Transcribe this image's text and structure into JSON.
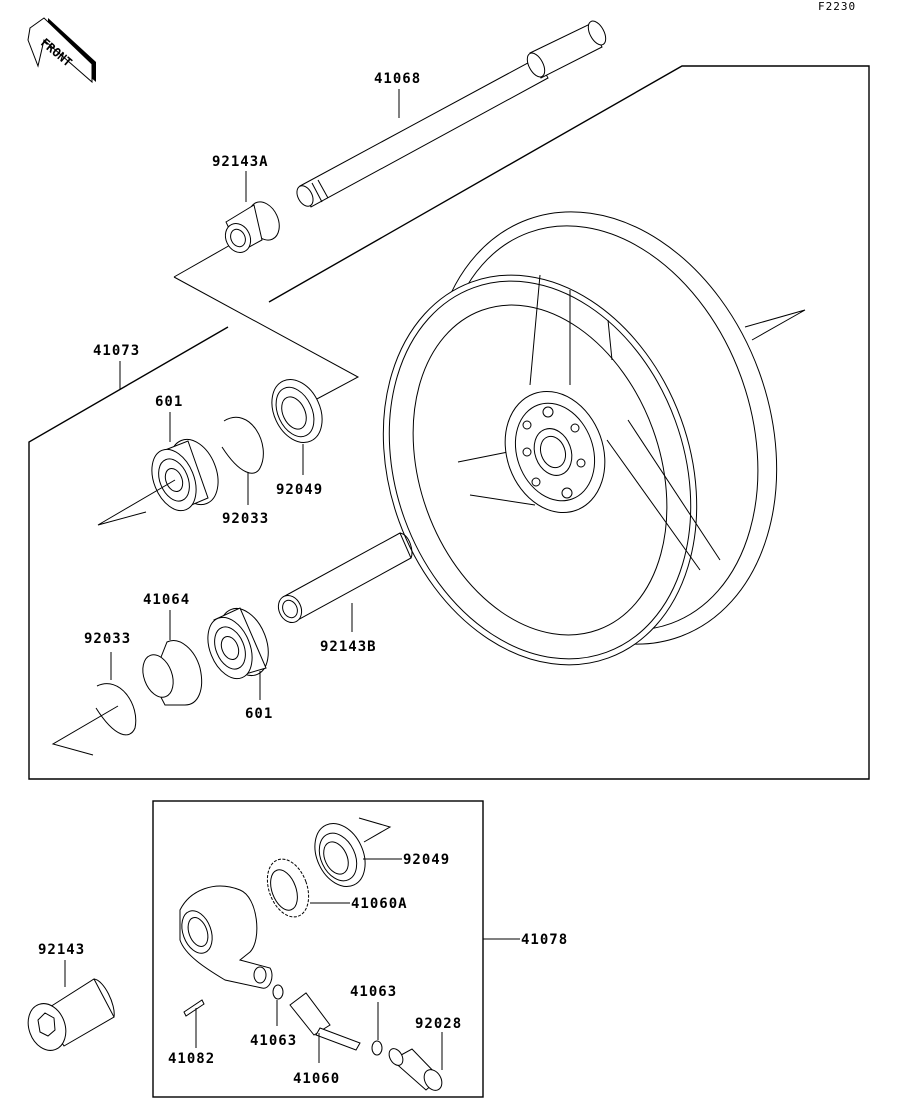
{
  "diagram": {
    "code": "F2230",
    "front_badge": "FRONT",
    "parts": {
      "axle": "41068",
      "axle_collar_left": "92143A",
      "wheel_assembly": "41073",
      "bearing_left": "601",
      "circlip_left": "92033",
      "oil_seal_left": "92049",
      "distance_collar": "92143B",
      "retainer": "41064",
      "circlip_right": "92033",
      "bearing_right": "601",
      "collar_right": "92143",
      "speedo_gear_housing_assy": "41078",
      "oil_seal_speedo": "92049",
      "speedo_drive_gear": "41060A",
      "washer_upper": "41063",
      "washer_lower": "41063",
      "speedo_pinion": "41060",
      "pin": "41082",
      "bushing": "92028"
    }
  }
}
